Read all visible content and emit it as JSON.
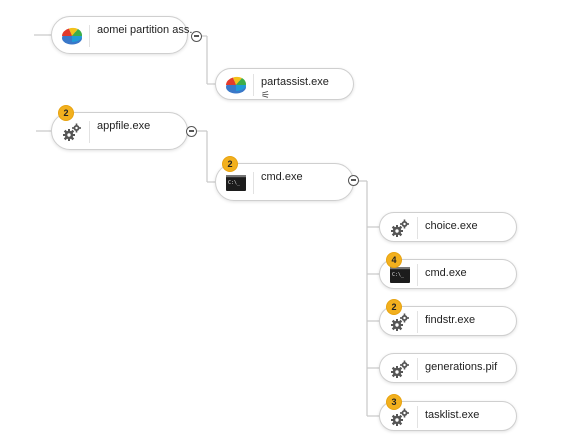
{
  "nodes": {
    "aomei": {
      "label": "aomei partition ass...",
      "icon": "aomei-partition-app-icon"
    },
    "partassist": {
      "label": "partassist.exe",
      "sub_icon": "wifi-signal-icon",
      "sub_glyph": "⚟",
      "icon": "aomei-partition-app-icon"
    },
    "appfile": {
      "label": "appfile.exe",
      "badge": "2",
      "icon": "gears-icon"
    },
    "cmd_parent": {
      "label": "cmd.exe",
      "badge": "2",
      "icon": "terminal-icon"
    },
    "choice": {
      "label": "choice.exe",
      "icon": "gears-icon"
    },
    "cmd_child": {
      "label": "cmd.exe",
      "badge": "4",
      "icon": "terminal-icon"
    },
    "findstr": {
      "label": "findstr.exe",
      "badge": "2",
      "icon": "gears-icon"
    },
    "generations": {
      "label": "generations.pif",
      "icon": "gears-icon"
    },
    "tasklist": {
      "label": "tasklist.exe",
      "badge": "3",
      "icon": "gears-icon"
    }
  },
  "colors": {
    "badge": "#f2b01e",
    "connector": "#c9c9c9",
    "node_border": "#cfcfcf",
    "terminal_bg": "#1c1c1c"
  }
}
